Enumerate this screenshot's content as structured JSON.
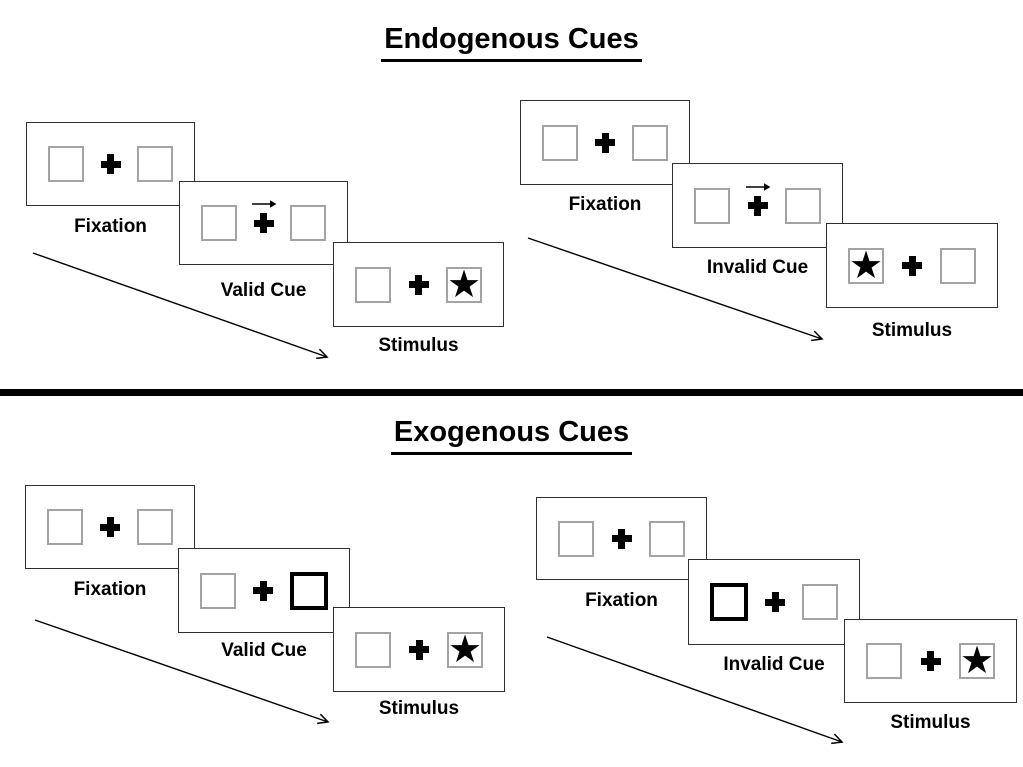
{
  "diagram": "Posner spatial cueing task",
  "colors": {
    "ink": "#000000",
    "square_border": "#a3a3a3",
    "frame_border": "#2f2f2f",
    "background": "#ffffff"
  },
  "icons": {
    "fixation_cross": "+",
    "cue_arrow": "→",
    "timeline_arrow": "↘"
  },
  "symbols": {
    "star": "★"
  },
  "sections": [
    {
      "title": "Endogenous Cues",
      "trials": [
        {
          "name": "valid-trial",
          "frames": [
            {
              "label": "Fixation",
              "kind": "fixation"
            },
            {
              "label": "Valid Cue",
              "kind": "endogenous-cue",
              "cue": "arrow-right"
            },
            {
              "label": "Stimulus",
              "kind": "stimulus",
              "star_position": "right"
            }
          ]
        },
        {
          "name": "invalid-trial",
          "frames": [
            {
              "label": "Fixation",
              "kind": "fixation"
            },
            {
              "label": "Invalid Cue",
              "kind": "endogenous-cue",
              "cue": "arrow-right"
            },
            {
              "label": "Stimulus",
              "kind": "stimulus",
              "star_position": "left"
            }
          ]
        }
      ]
    },
    {
      "title": "Exogenous Cues",
      "trials": [
        {
          "name": "valid-trial",
          "frames": [
            {
              "label": "Fixation",
              "kind": "fixation"
            },
            {
              "label": "Valid Cue",
              "kind": "exogenous-cue",
              "cue": "highlight-right"
            },
            {
              "label": "Stimulus",
              "kind": "stimulus",
              "star_position": "right"
            }
          ]
        },
        {
          "name": "invalid-trial",
          "frames": [
            {
              "label": "Fixation",
              "kind": "fixation"
            },
            {
              "label": "Invalid Cue",
              "kind": "exogenous-cue",
              "cue": "highlight-left"
            },
            {
              "label": "Stimulus",
              "kind": "stimulus",
              "star_position": "right"
            }
          ]
        }
      ]
    }
  ]
}
